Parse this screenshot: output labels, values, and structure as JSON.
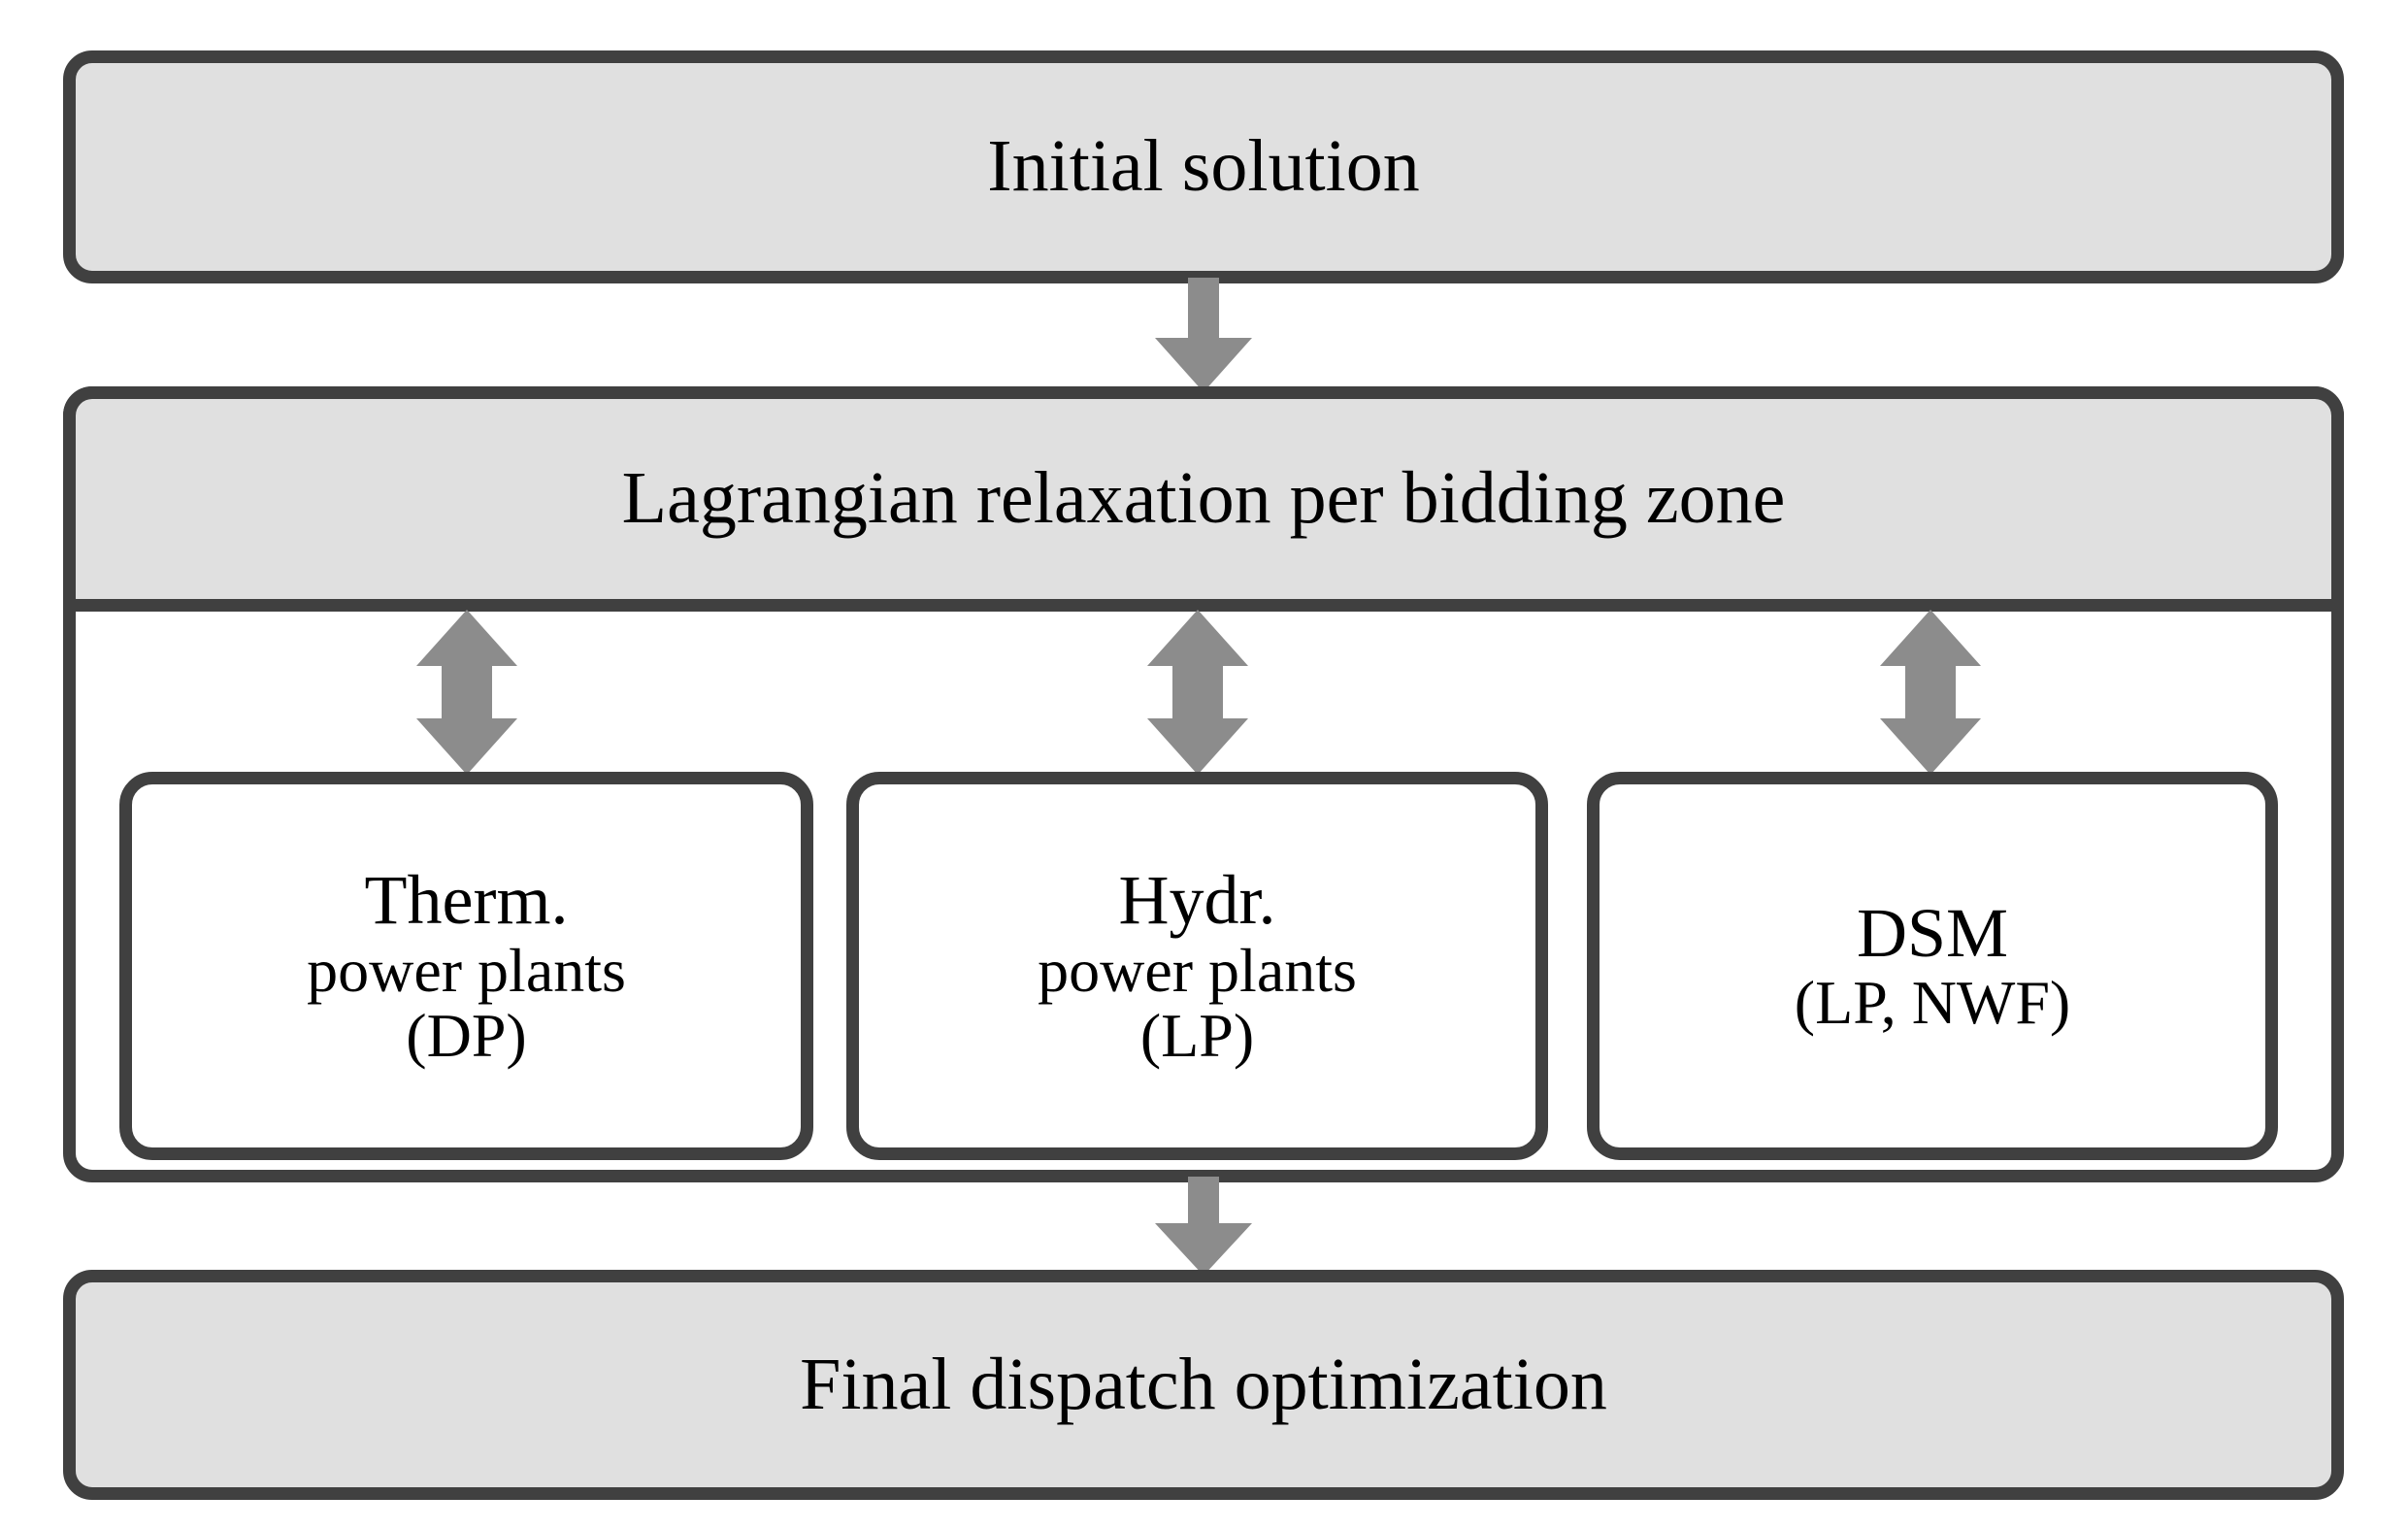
{
  "diagram": {
    "title": "Lagrangian relaxation dispatch optimization flowchart",
    "colors": {
      "node_border": "#404040",
      "node_fill_gray": "#e0e0e0",
      "node_fill_white": "#ffffff",
      "arrow_gray": "#8c8c8c",
      "text": "#000000",
      "background": "#ffffff"
    },
    "nodes": {
      "initial": {
        "label": "Initial solution"
      },
      "lagrangian": {
        "label": "Lagrangian relaxation per bidding  zone"
      },
      "therm": {
        "line1": "Therm.",
        "line2": "power plants",
        "line3": "(DP)"
      },
      "hydr": {
        "line1": "Hydr.",
        "line2": "power plants",
        "line3": "(LP)"
      },
      "dsm": {
        "line1": "DSM",
        "line2": "(LP, NWF)"
      },
      "final": {
        "label": "Final dispatch optimization"
      }
    },
    "arrows": [
      {
        "name": "initial-to-lagrangian",
        "direction": "down"
      },
      {
        "name": "lagrangian-to-therm",
        "direction": "bidirectional"
      },
      {
        "name": "lagrangian-to-hydr",
        "direction": "bidirectional"
      },
      {
        "name": "lagrangian-to-dsm",
        "direction": "bidirectional"
      },
      {
        "name": "group-to-final",
        "direction": "down"
      }
    ]
  }
}
